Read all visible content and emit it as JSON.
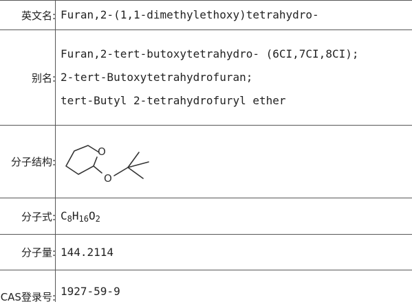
{
  "rows": {
    "english_name": {
      "label": "英文名:",
      "value": "Furan,2-(1,1-dimethylethoxy)tetrahydro-"
    },
    "alias": {
      "label": "别名:",
      "values": [
        "Furan,2-tert-butoxytetrahydro- (6CI,7CI,8CI);",
        "2-tert-Butoxytetrahydrofuran;",
        "tert-Butyl 2-tetrahydrofuryl ether"
      ]
    },
    "structure": {
      "label": "分子结构:",
      "atoms": [
        "O",
        "O"
      ]
    },
    "formula": {
      "label": "分子式:",
      "parts": [
        "C",
        "8",
        "H",
        "16",
        "O",
        "2"
      ]
    },
    "mol_weight": {
      "label": "分子量:",
      "value": "144.2114"
    },
    "cas": {
      "label": "CAS登录号:",
      "value": "1927-59-9"
    }
  }
}
